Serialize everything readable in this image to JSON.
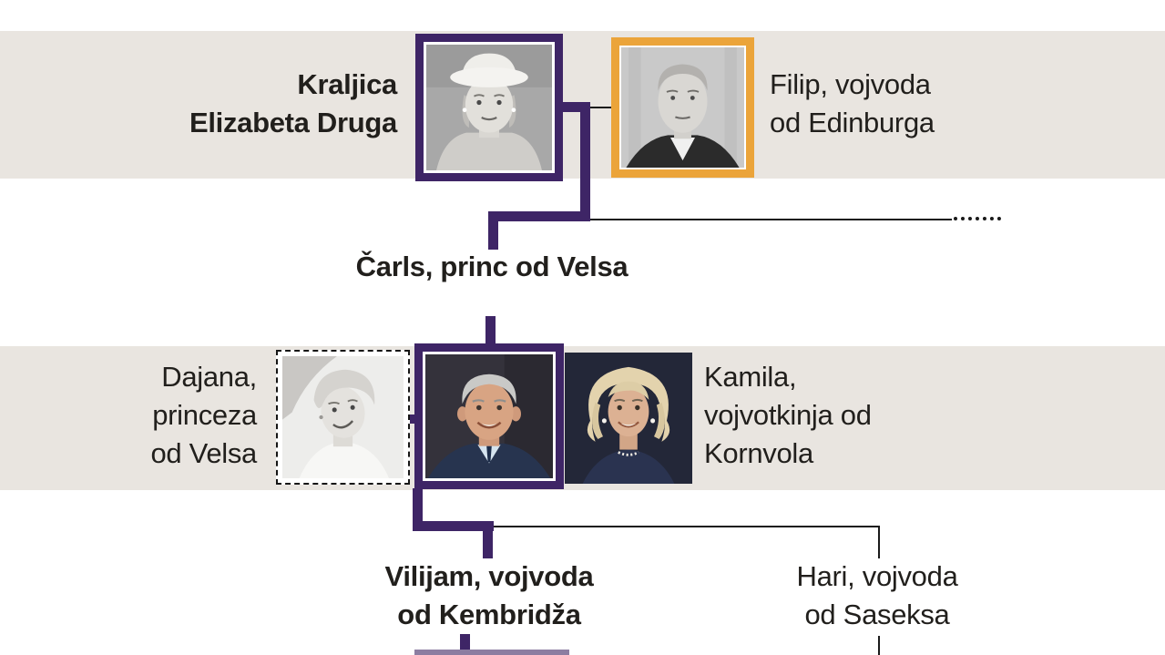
{
  "diagram": {
    "people": {
      "queen": {
        "line1": "Kraljica",
        "line2": "Elizabeta Druga"
      },
      "philip": {
        "line1": "Filip, vojvoda",
        "line2": "od Edinburga"
      },
      "charles": {
        "label": "Čarls, princ od Velsa"
      },
      "diana": {
        "line1": "Dajana,",
        "line2": "princeza",
        "line3": "od Velsa"
      },
      "camilla": {
        "line1": "Kamila,",
        "line2": "vojvotkinja od",
        "line3": "Kornvola"
      },
      "william": {
        "line1": "Vilijam, vojvoda",
        "line2": "od Kembridža"
      },
      "harry": {
        "line1": "Hari, vojvoda",
        "line2": "od Saseksa"
      }
    },
    "colors": {
      "band_background": "#e9e5e0",
      "page_background": "#ffffff",
      "royal_purple": "#3e2566",
      "highlight_orange": "#eba43a",
      "line_black": "#1a1a1a",
      "text": "#211f1c",
      "faded_purple_sliver": "#8c7da1"
    }
  }
}
